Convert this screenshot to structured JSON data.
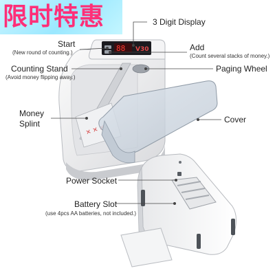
{
  "badge": {
    "text": "限时特惠",
    "background": "#aeeeff",
    "color": "#ff2f78"
  },
  "labels": {
    "display": "3 Digit Display",
    "start": "Start",
    "start_note": "(New round of counting.)",
    "add": "Add",
    "add_note": "(Count several stacks of money.)",
    "counting_stand": "Counting Stand",
    "counting_stand_note": "(Avoid money flipping away.)",
    "paging_wheel": "Paging Wheel",
    "money_splint_line1": "Money",
    "money_splint_line2": "Splint",
    "cover": "Cover",
    "power_socket": "Power Socket",
    "battery_slot": "Battery Slot",
    "battery_slot_note": "(use 4pcs AA batteries, not included.)"
  },
  "device": {
    "screen_text": "V30",
    "counter_digits": "88"
  }
}
